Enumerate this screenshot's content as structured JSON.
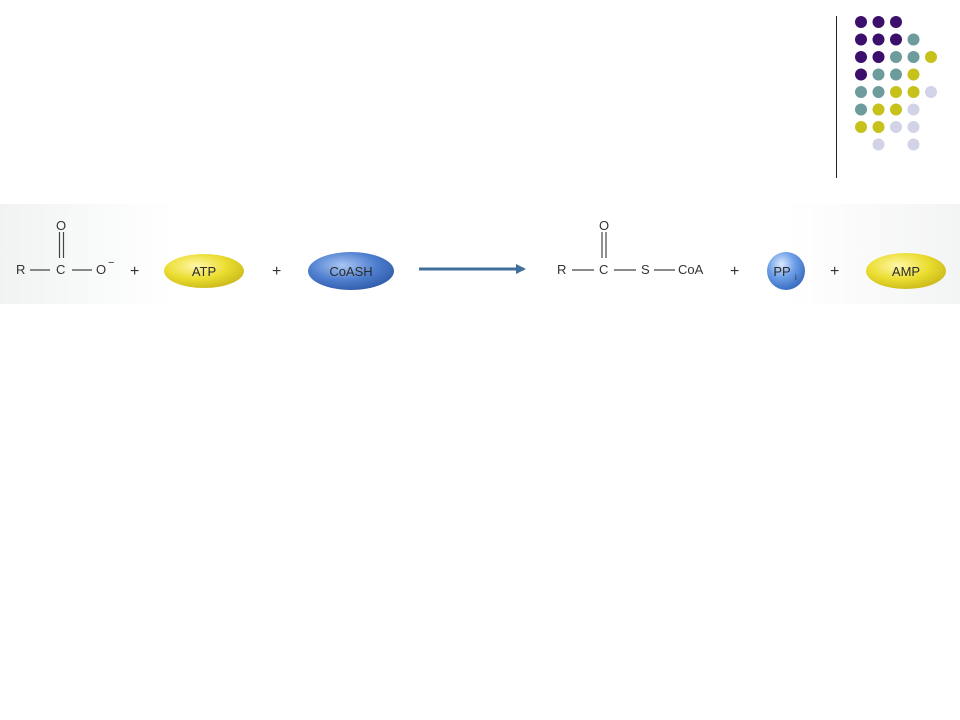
{
  "decor": {
    "colors": {
      "purple": "#3b0f6b",
      "teal": "#6e9c9c",
      "olive": "#c7c21b",
      "lavender": "#d3d3e8"
    },
    "dot_grid": [
      [
        "purple",
        "purple",
        "purple",
        null,
        null
      ],
      [
        "purple",
        "purple",
        "purple",
        "teal",
        null
      ],
      [
        "purple",
        "purple",
        "teal",
        "teal",
        "olive"
      ],
      [
        "purple",
        "teal",
        "teal",
        "olive",
        null
      ],
      [
        "teal",
        "teal",
        "olive",
        "olive",
        "lavender"
      ],
      [
        "teal",
        "olive",
        "olive",
        "lavender",
        null
      ],
      [
        "olive",
        "olive",
        "lavender",
        "lavender",
        null
      ],
      [
        null,
        "lavender",
        null,
        "lavender",
        null
      ]
    ]
  },
  "reaction": {
    "reactant": {
      "r": "R",
      "c": "C",
      "o_top": "O",
      "o_minus": "O",
      "charge": "−"
    },
    "plus": "+",
    "atp": "ATP",
    "coash": "CoASH",
    "product": {
      "r": "R",
      "c": "C",
      "o_top": "O",
      "s": "S",
      "coa": "CoA"
    },
    "pp": "PP",
    "pp_sub": "i",
    "amp": "AMP",
    "colors": {
      "yellow_pill": "#e8d92a",
      "blue_pill": "#4f7fd0",
      "pp_ball": "#5d92e0",
      "arrow": "#3f6f9a"
    }
  }
}
